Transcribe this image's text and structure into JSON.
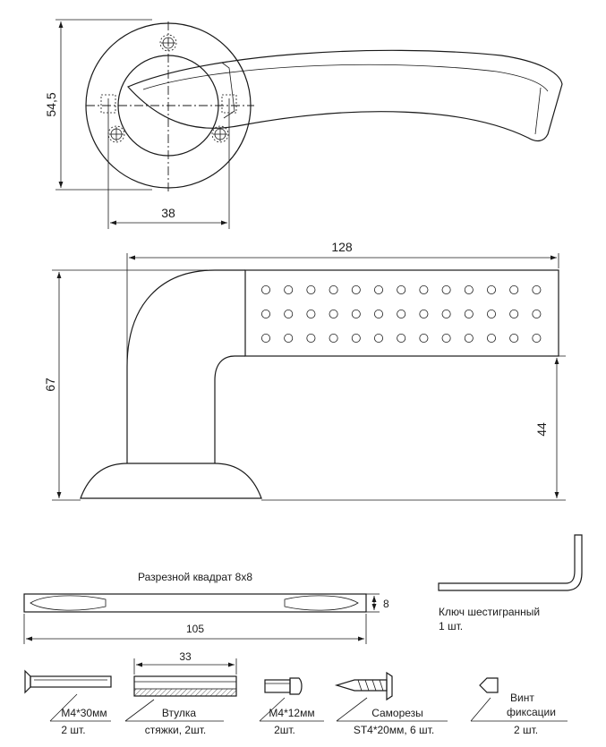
{
  "dimensions": {
    "rose_height": "54,5",
    "rose_holes": "38",
    "lever_length": "128",
    "overall_height": "67",
    "handle_height": "44",
    "spindle_length": "105",
    "spindle_width": "8",
    "sleeve_length": "33"
  },
  "labels": {
    "spindle_title": "Разрезной квадрат 8x8",
    "hex_key_line1": "Ключ шестигранный",
    "hex_key_line2": "1 шт.",
    "bolt_m4x30_line1": "M4*30мм",
    "bolt_m4x30_line2": "2 шт.",
    "sleeve_line1": "Втулка",
    "sleeve_line2": "стяжки, 2шт.",
    "bolt_m4x12_line1": "M4*12мм",
    "bolt_m4x12_line2": "2шт.",
    "screws_line1": "Саморезы",
    "screws_line2": "ST4*20мм, 6 шт.",
    "setscrew_line1": "Винт",
    "setscrew_line2": "фиксации",
    "setscrew_line3": "2 шт."
  },
  "icons": [
    "dimension-arrow-icon",
    "screw-icon",
    "hex-key-icon"
  ]
}
